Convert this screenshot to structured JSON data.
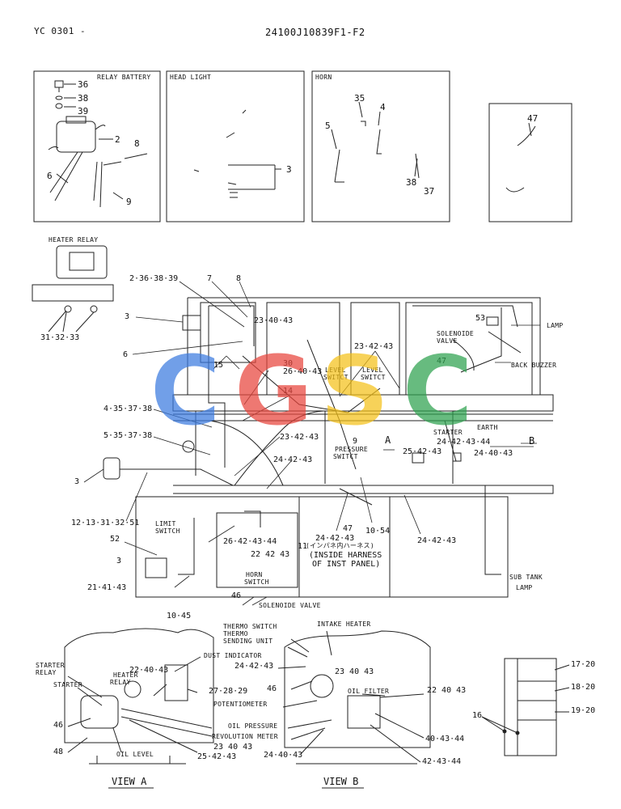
{
  "header": {
    "left": "YC 0301 -",
    "center": "24100J10839F1-F2"
  },
  "panels": {
    "relay_battery": {
      "title": "RELAY BATTERY",
      "callouts": [
        "36",
        "38",
        "39",
        "2",
        "8",
        "6",
        "9"
      ]
    },
    "head_light": {
      "title": "HEAD LIGHT",
      "callouts": [
        "3"
      ]
    },
    "horn": {
      "title": "HORN",
      "callouts": [
        "35",
        "4",
        "5",
        "38",
        "37"
      ]
    },
    "lamp_box": {
      "callouts": [
        "47"
      ]
    }
  },
  "heater_relay": {
    "title": "HEATER RELAY",
    "callout": "31·32·33"
  },
  "main": {
    "left": [
      "2·36·38·39",
      "3",
      "6",
      "4·35·37·38",
      "5·35·37·38",
      "3",
      "12·13·31·32·51"
    ],
    "top": [
      "7",
      "8",
      "23·40·43",
      "15",
      "30",
      "26·40·43",
      "14",
      "23·42·43",
      "24·42·43"
    ],
    "center": [
      "23·42·43",
      "LEVEL",
      "SWITCT",
      "LEVEL",
      "SWITCT",
      "9",
      "PRESSURE",
      "SWITCT",
      "A",
      "25·42·43"
    ],
    "right": [
      "LAMP",
      "53",
      "SOLENOIDE",
      "VALVE",
      "47",
      "BACK BUZZER",
      "STARTER",
      "EARTH",
      "24·42·43·44",
      "B",
      "24·40·43"
    ],
    "lower": [
      "LIMIT",
      "SWITCH",
      "52",
      "3",
      "21·41·43",
      "10·45",
      "26·42·43·44",
      "22 42 43",
      "HORN",
      "SWITCH",
      "46",
      "SOLENOIDE VALVE",
      "11",
      "24·42·43",
      "47",
      "10·54",
      "24·42·43",
      "SUB TANK",
      "LAMP"
    ],
    "inst_panel": [
      "(インパネ内ハーネス)",
      "(INSIDE HARNESS",
      "OF INST PANEL)"
    ]
  },
  "view_a": {
    "title": "VIEW A",
    "labels": [
      "STARTER",
      "RELAY",
      "STARTER",
      "HEATER",
      "RELAY",
      "22·40·43",
      "DUST INDICATOR",
      "27·28·29",
      "46",
      "48",
      "OIL LEVEL",
      "23 40 43",
      "25·42·43"
    ]
  },
  "view_b": {
    "title": "VIEW B",
    "labels": [
      "THERMO SWITCH",
      "THERMO",
      "SENDING UNIT",
      "INTAKE HEATER",
      "24·42·43",
      "23 40 43",
      "46",
      "POTENTIOMETER",
      "OIL FILTER",
      "22 40 43",
      "OIL PRESSURE",
      "REVOLUTION METER",
      "40·43·44",
      "24·40·43",
      "42·43·44"
    ]
  },
  "fuse_box": {
    "labels": [
      "17·20",
      "18·20",
      "19·20",
      "16"
    ]
  },
  "watermark": {
    "letters": [
      "C",
      "G",
      "S",
      "C"
    ],
    "colors": [
      "#3b7be0",
      "#e8453c",
      "#f5c11a",
      "#2ea24f"
    ]
  }
}
